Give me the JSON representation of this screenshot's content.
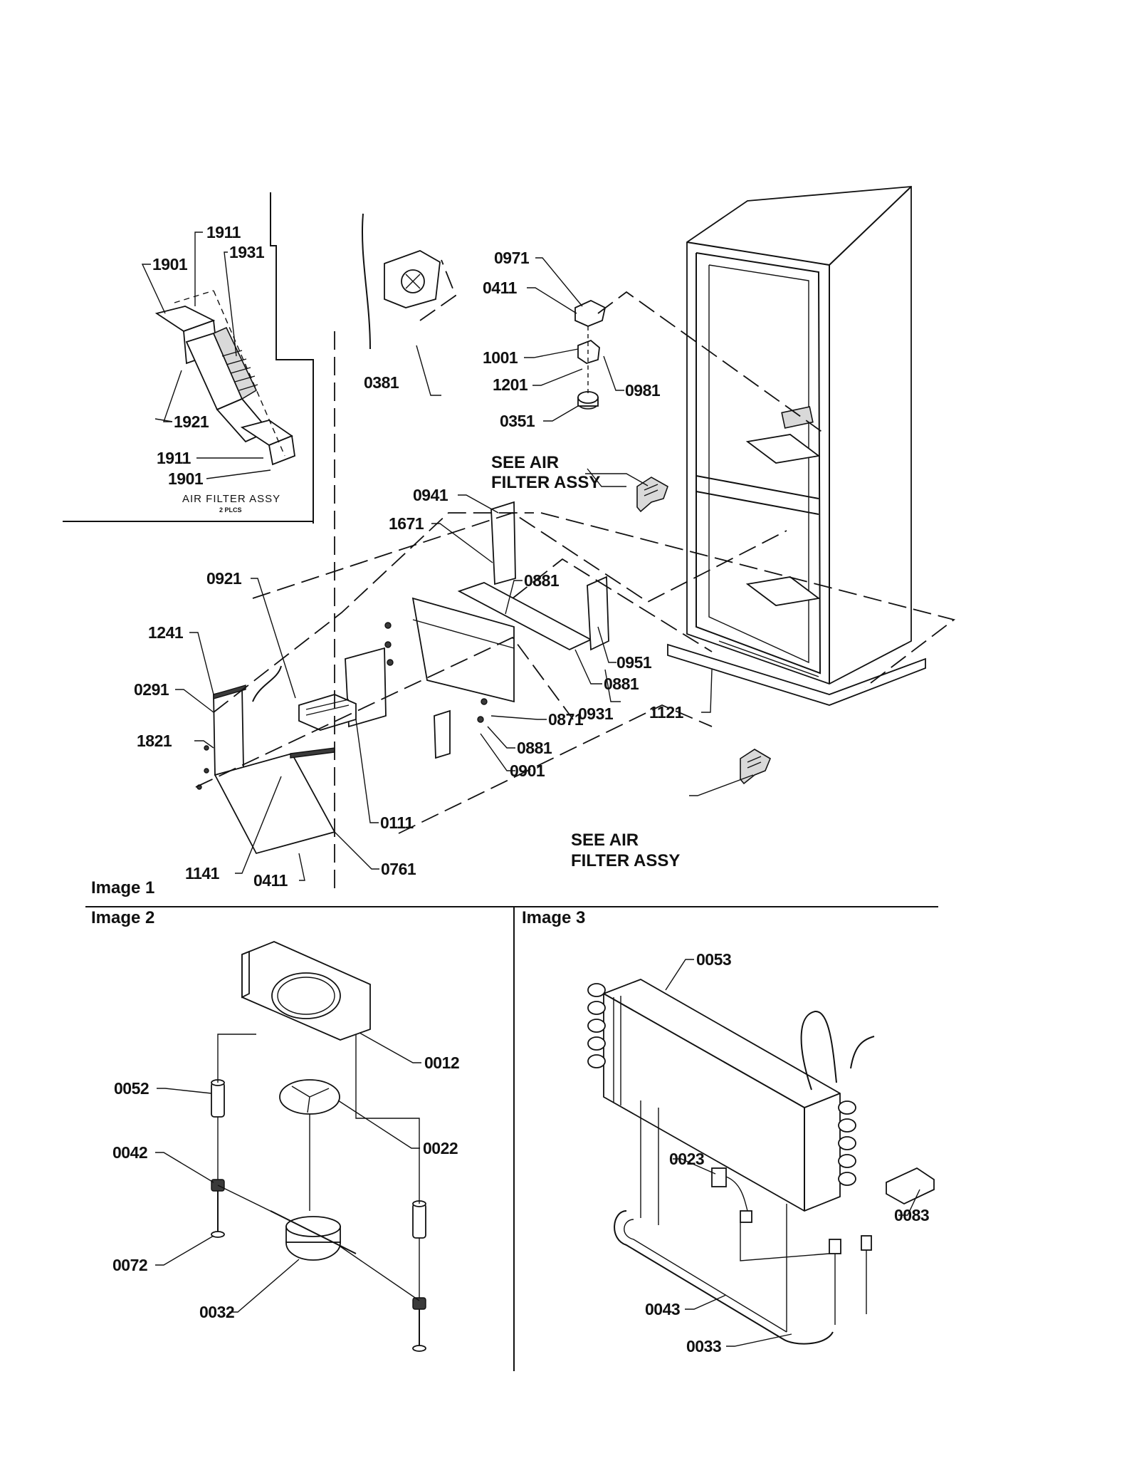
{
  "section_titles": {
    "image1": "Image 1",
    "image2": "Image 2",
    "image3": "Image 3"
  },
  "air_filter_inset": {
    "caption": "AIR FILTER ASSY",
    "subcaption": "2 PLCS",
    "labels": [
      "1911",
      "1931",
      "1901",
      "1921",
      "1911",
      "1901"
    ]
  },
  "notes": {
    "see_air_filter_1_line1": "SEE AIR",
    "see_air_filter_1_line2": "FILTER ASSY",
    "see_air_filter_2_line1": "SEE AIR",
    "see_air_filter_2_line2": "FILTER ASSY"
  },
  "image1_labels": {
    "p0381": "0381",
    "p0971": "0971",
    "p0411a": "0411",
    "p1001": "1001",
    "p1201": "1201",
    "p0981": "0981",
    "p0351": "0351",
    "p0941": "0941",
    "p1671": "1671",
    "p0921": "0921",
    "p0881a": "0881",
    "p1241": "1241",
    "p0291": "0291",
    "p1821": "1821",
    "p0951": "0951",
    "p0881b": "0881",
    "p0871": "0871",
    "p0931": "0931",
    "p1121": "1121",
    "p0881c": "0881",
    "p0901": "0901",
    "p0111": "0111",
    "p1141": "1141",
    "p0411b": "0411",
    "p0761": "0761"
  },
  "image2_labels": {
    "p0012": "0012",
    "p0052": "0052",
    "p0022": "0022",
    "p0042": "0042",
    "p0072": "0072",
    "p0032": "0032"
  },
  "image3_labels": {
    "p0053": "0053",
    "p0023": "0023",
    "p0083": "0083",
    "p0043": "0043",
    "p0033": "0033"
  }
}
